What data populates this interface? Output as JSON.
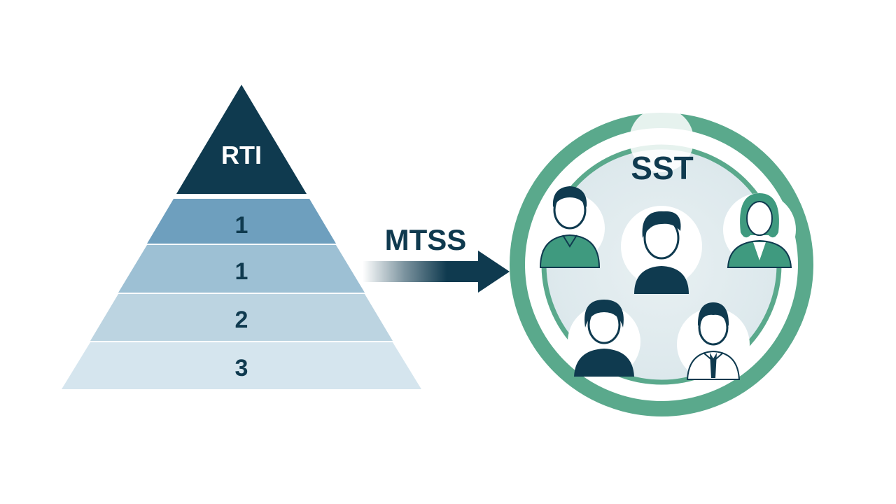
{
  "pyramid": {
    "top_label": "RTI",
    "tiers": [
      "1",
      "1",
      "2",
      "3"
    ]
  },
  "arrow": {
    "label": "MTSS"
  },
  "team_circle": {
    "label": "SST",
    "members": [
      "person-icon",
      "person-icon",
      "person-icon",
      "person-icon",
      "person-icon"
    ]
  },
  "colors": {
    "navy": "#0f3a4f",
    "tier_1a": "#6e9fbe",
    "tier_1b": "#9dc0d4",
    "tier_2": "#bcd4e1",
    "tier_3": "#d5e5ee",
    "ring_green": "#5aa98c",
    "teal_shirt": "#3f9a7f"
  }
}
